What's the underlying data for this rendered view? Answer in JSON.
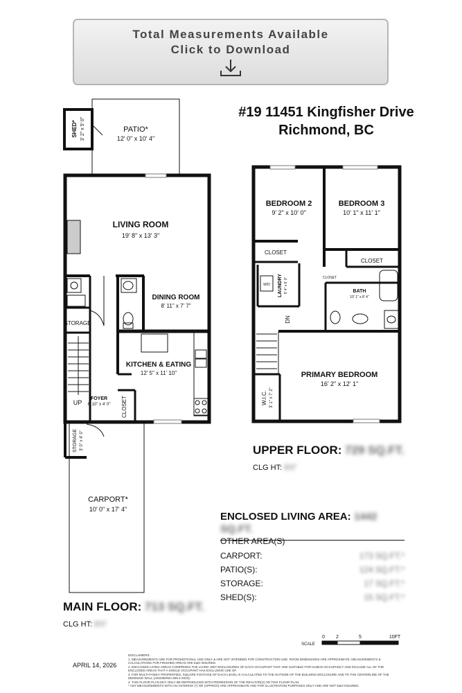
{
  "banner": {
    "line1": "Total Measurements Available",
    "line2": "Click to Download",
    "icon": "download-icon"
  },
  "address": {
    "line1": "#19 11451 Kingfisher Drive",
    "line2": "Richmond, BC"
  },
  "main_floor": {
    "rooms": {
      "shed": {
        "name": "SHED*",
        "dim": "3' 2\" x 5' 0\""
      },
      "patio": {
        "name": "PATIO*",
        "dim": "12' 0\" x 10' 4\""
      },
      "living": {
        "name": "LIVING ROOM",
        "dim": "19' 8\" x 13' 3\""
      },
      "dining": {
        "name": "DINING ROOM",
        "dim": "8' 11\" x 7' 7\""
      },
      "storage": {
        "name": "STORAGE"
      },
      "kitchen": {
        "name": "KITCHEN & EATING",
        "dim": "12' 5\" x 11' 10\""
      },
      "foyer": {
        "name": "FOYER",
        "dim": "6' 10\" x 4' 0\""
      },
      "closet": {
        "name": "CLOSET"
      },
      "up": {
        "name": "UP"
      },
      "storage2": {
        "name": "STORAGE",
        "dim": "3' 0\" x 4' 0\""
      },
      "carport": {
        "name": "CARPORT*",
        "dim": "10' 0\" x 17' 4\""
      }
    },
    "label": "MAIN FLOOR:",
    "area": "713 SQ.FT.",
    "clg_label": "CLG HT:",
    "clg_value": "8'0\""
  },
  "upper_floor": {
    "rooms": {
      "bed2": {
        "name": "BEDROOM 2",
        "dim": "9' 2\" x 10' 0\""
      },
      "bed3": {
        "name": "BEDROOM 3",
        "dim": "10' 1\" x 11' 1\""
      },
      "closet1": {
        "name": "CLOSET"
      },
      "closet2": {
        "name": "CLOSET"
      },
      "closet3": {
        "name": "CLOSET"
      },
      "laundry": {
        "name": "LAUNDRY",
        "dim": "5' 4\" x 6' 0\""
      },
      "wd": {
        "name": "W/D"
      },
      "bath": {
        "name": "BATH",
        "dim": "10' 1\" x 8' 4\""
      },
      "dn": {
        "name": "DN"
      },
      "primary": {
        "name": "PRIMARY BEDROOM",
        "dim": "16' 2\" x 12' 1\""
      },
      "wic": {
        "name": "W.I.C.",
        "dim": "3' 1\" x 7' 2\""
      }
    },
    "label": "UPPER FLOOR:",
    "area": "729 SQ.FT.",
    "clg_label": "CLG HT:",
    "clg_value": "8'0\""
  },
  "summary": {
    "enclosed_label": "ENCLOSED LIVING AREA:",
    "enclosed_value": "1442 SQ.FT.",
    "rows": [
      {
        "label": "OTHER AREA(S)",
        "value": ""
      },
      {
        "label": "CARPORT:",
        "value": "173 SQ.FT.*"
      },
      {
        "label": "PATIO(S):",
        "value": "124 SQ.FT.*"
      },
      {
        "label": "STORAGE:",
        "value": "17 SQ.FT.*"
      },
      {
        "label": "SHED(S):",
        "value": "15 SQ.FT.*"
      }
    ]
  },
  "scale": {
    "label": "SCALE",
    "ticks": [
      "0",
      "2",
      "5",
      "10FT"
    ]
  },
  "date": "APRIL 14, 2026",
  "disclaimer": {
    "title": "DISCLAIMERS:",
    "lines": [
      "1. MEASUREMENTS ARE FOR PROMOTIONAL USE ONLY & ARE NOT INTENDED FOR CONSTRUCTION USE. ROOM DIMENSIONS ARE APPROXIMATE. MEASUREMENTS & CALCULATIONS FOR FINISHED AREAS ARE E&O INSURED.",
      "2. ENCLOSED LIVING AREAS COMPRISES THE LIVING UNIT ENCLOSURES OF EACH OCCUPANT THAT ARE SUITABLE FOR HUMAN OCCUPANCY AND INCLUDE ALL OF THE ENCLOSED AREAS THAT A SINGLE OCCUPANT HAS EXCLUSIVE USE OF.",
      "3. FOR MULTI-FAMILY PROPERTIES, SQUARE FOOTAGE OF EACH LEVEL IS CALCULATED TO THE OUTSIDE OF THE BUILDING ENCLOSURE AND TO THE CENTERLINE OF THE DEMISING WALL (ANSI/BOMA Z65.4-2023).",
      "4. THIS FLOOR PLAN MAY ONLY BE REPRODUCED WITH PERMISSION OF THE REALTOR(S) ON THIS FLOOR PLAN.",
      "* ANY MEASUREMENTS WITH AN ASTERISK (*) OR (APPROX) ARE APPROXIMATE AND FOR ILLUSTRATION PURPOSES ONLY AND ARE NOT E&O INSURED."
    ]
  }
}
